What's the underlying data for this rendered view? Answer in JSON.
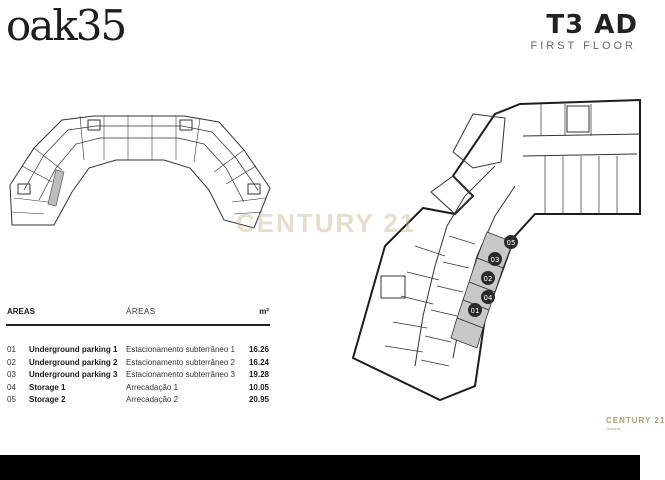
{
  "header": {
    "logo": "oak35",
    "unit_title": "T3 AD",
    "floor": "FIRST FLOOR"
  },
  "watermark": "CENTURY 21",
  "areas": {
    "header_en": "AREAS",
    "header_pt": "ÁREAS",
    "header_unit": "m²",
    "rows": [
      {
        "num": "01",
        "en": "Underground parking 1",
        "pt": "Estacionamento subterrâneo 1",
        "m2": "16.26"
      },
      {
        "num": "02",
        "en": "Underground parking 2",
        "pt": "Estacionamento subterrâneo 2",
        "m2": "16.24"
      },
      {
        "num": "03",
        "en": "Underground parking 3",
        "pt": "Estacionamento subterrâneo 3",
        "m2": "19.28"
      },
      {
        "num": "04",
        "en": "Storage 1",
        "pt": "Arrecadação 1",
        "m2": "10.05"
      },
      {
        "num": "05",
        "en": "Storage 2",
        "pt": "Arrecadação 2",
        "m2": "20.95"
      }
    ]
  },
  "plan_labels": [
    "05",
    "03",
    "02",
    "04",
    "01"
  ],
  "brand": {
    "name": "CENTURY 21",
    "sub": "Oceanic"
  },
  "colors": {
    "ink": "#1d1d1d",
    "highlight": "#c8c8c8",
    "marker": "#2a2a2a",
    "gold": "#b39a6a"
  }
}
